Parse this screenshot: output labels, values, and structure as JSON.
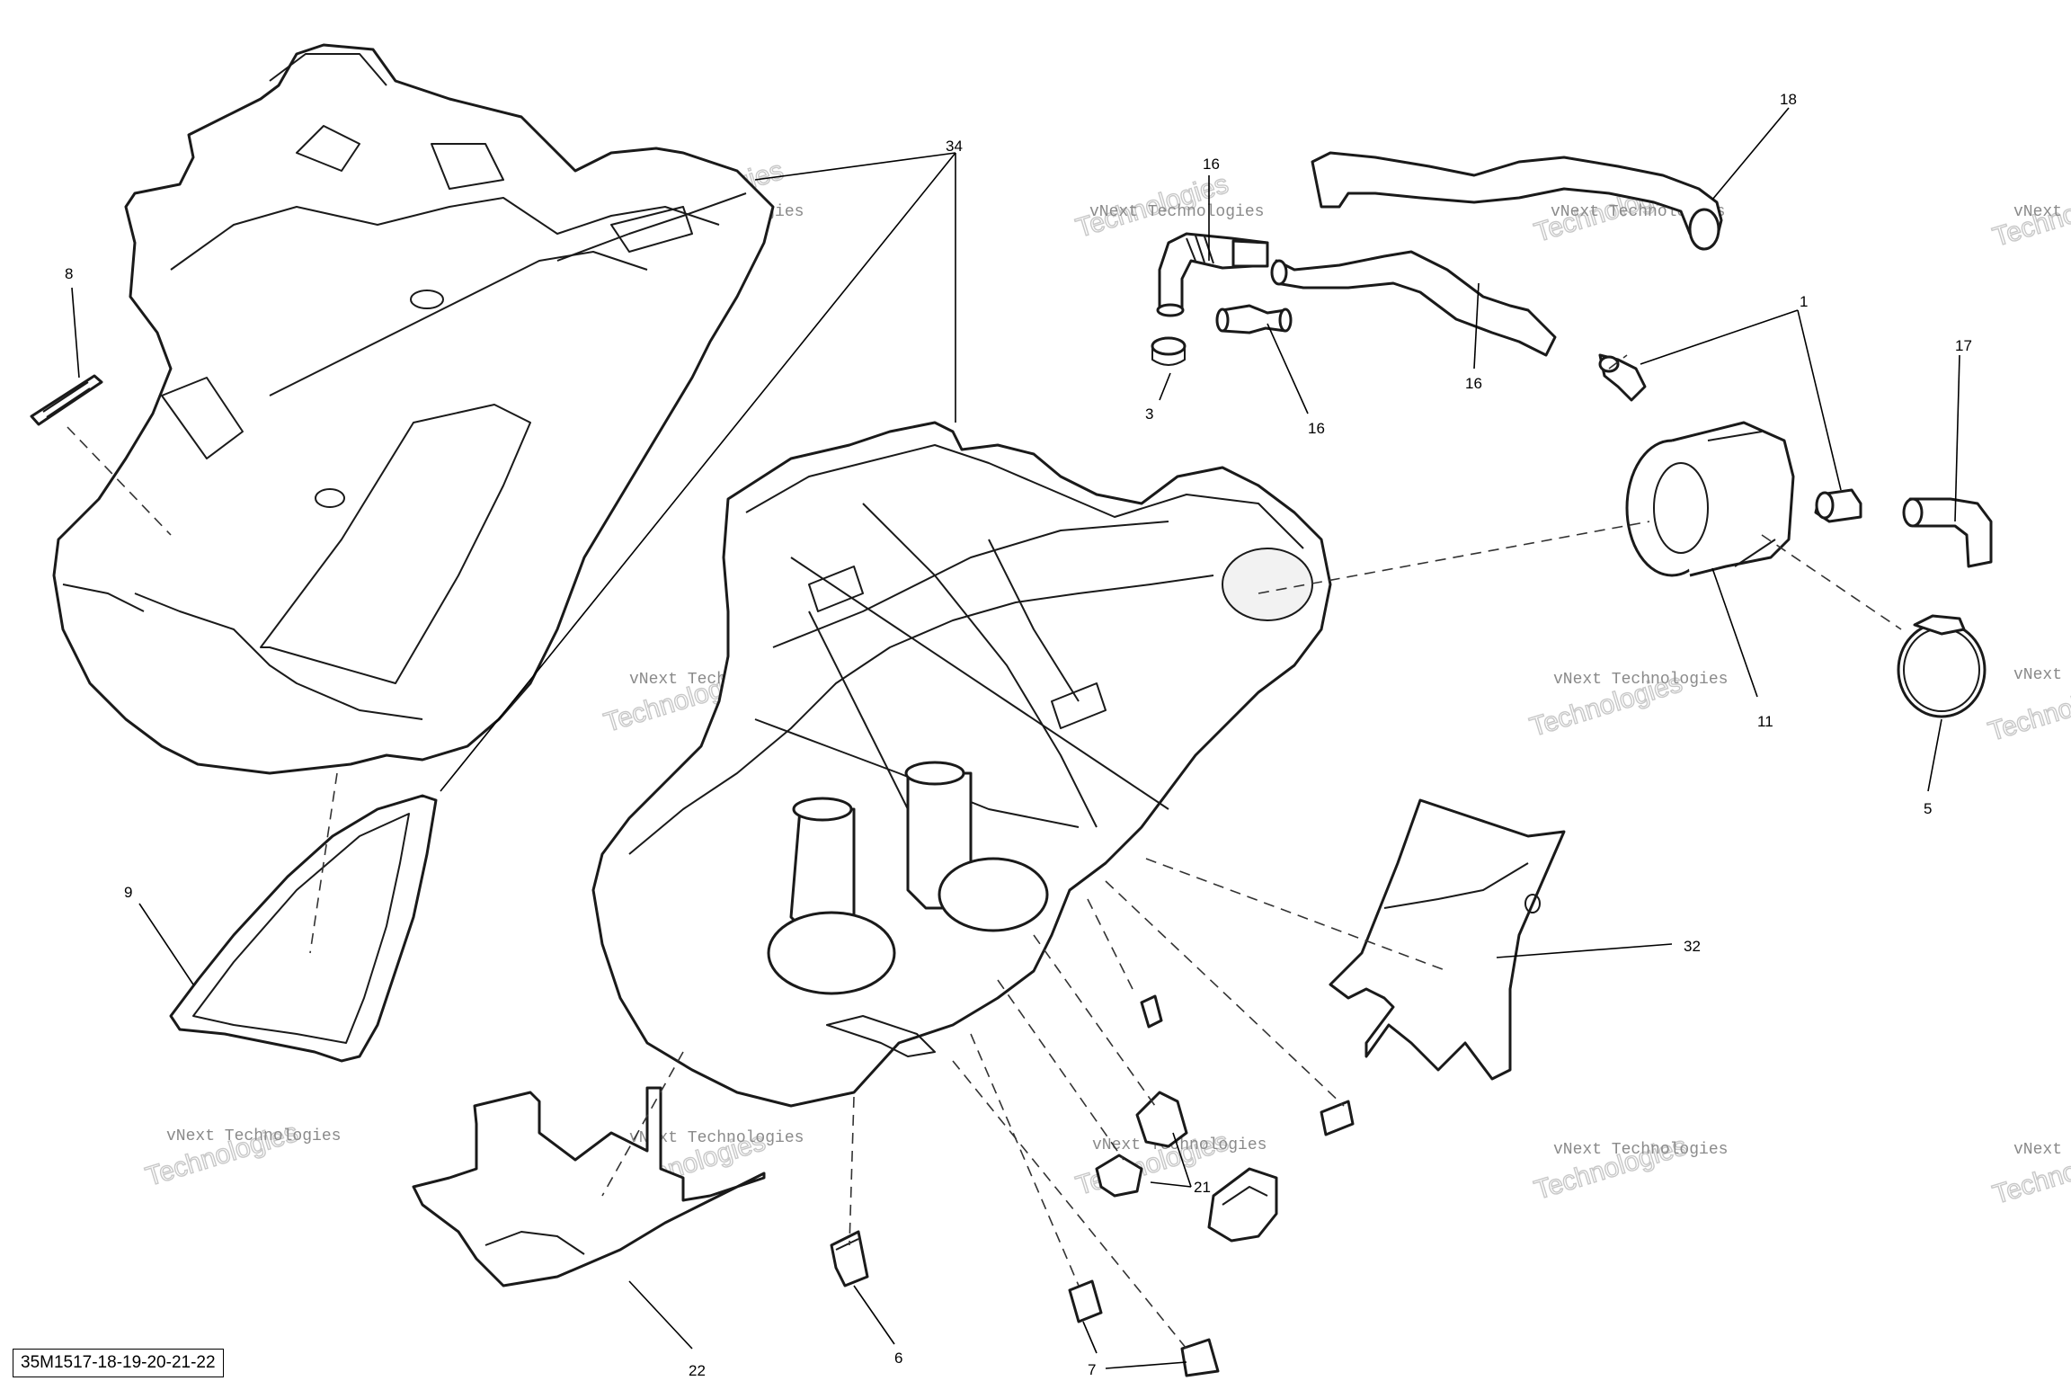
{
  "diagram_code": "35M1517-18-19-20-21-22",
  "watermark": {
    "line1": "vNext Technologies",
    "line2": "Technologies",
    "line2_prefix": "vNext"
  },
  "callouts": {
    "c34": "34",
    "c8": "8",
    "c16a": "16",
    "c16b": "16",
    "c16c": "16",
    "c18": "18",
    "c3": "3",
    "c1": "1",
    "c17": "17",
    "c11": "11",
    "c5": "5",
    "c9": "9",
    "c32": "32",
    "c21": "21",
    "c22": "22",
    "c6": "6",
    "c7": "7"
  },
  "colors": {
    "line": "#1a1a1a",
    "watermark": "#8a8a8a",
    "background": "#ffffff"
  }
}
